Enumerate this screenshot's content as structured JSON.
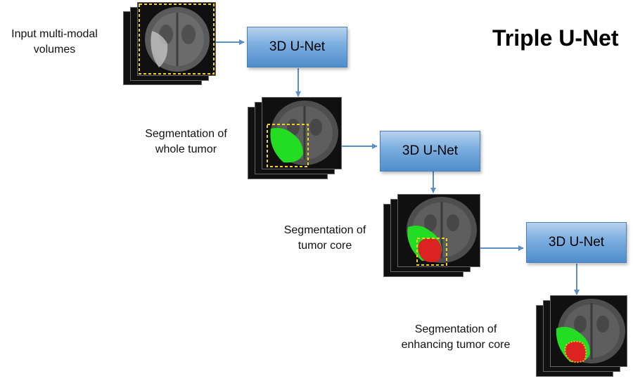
{
  "title": "Triple U-Net",
  "network_label": "3D U-Net",
  "labels": {
    "input": [
      "Input multi-modal",
      "volumes"
    ],
    "whole": [
      "Segmentation of",
      "whole tumor"
    ],
    "core": [
      "Segmentation of",
      "tumor core"
    ],
    "enhancing": [
      "Segmentation of",
      "enhancing tumor core"
    ]
  },
  "colors": {
    "box_top": "#b8d2ee",
    "box_bottom": "#4f8dcc",
    "arrow": "#5b8fc9",
    "crop_box": "#f2d21b",
    "whole_tumor": "#22dd22",
    "tumor_core": "#dd2222",
    "enhancing_core": "#e8c020"
  },
  "icons": [
    "brain-mri-slice-icon",
    "dashed-crop-box-icon",
    "arrow-icon"
  ]
}
